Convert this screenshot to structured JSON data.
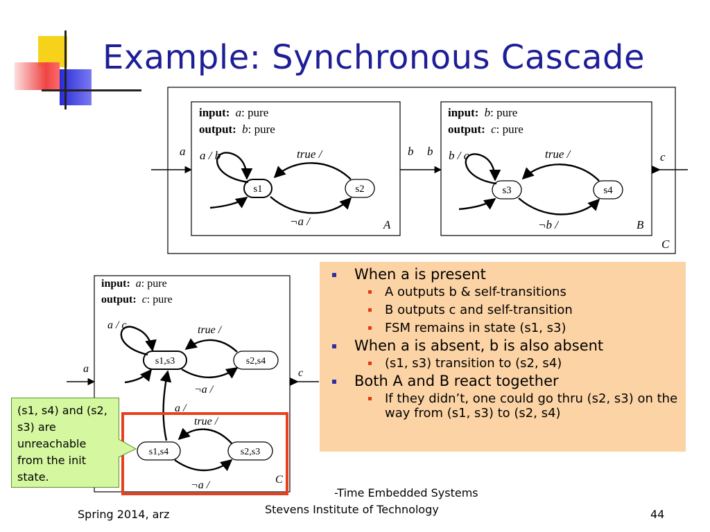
{
  "slide": {
    "title": "Example: Synchronous Cascade",
    "page_number": "44"
  },
  "diagram_top": {
    "machine_a": {
      "input_kw": "input:",
      "input_sig": "a",
      "input_type": ": pure",
      "output_kw": "output:",
      "output_sig": "b",
      "output_type": ": pure",
      "state1": "s1",
      "state2": "s2",
      "self_loop": "a / b",
      "top_arrow": "true /",
      "bottom_arrow": "¬a /",
      "name": "A",
      "port_in": "a",
      "port_out": "b"
    },
    "machine_b": {
      "input_kw": "input:",
      "input_sig": "b",
      "input_type": ": pure",
      "output_kw": "output:",
      "output_sig": "c",
      "output_type": ": pure",
      "state1": "s3",
      "state2": "s4",
      "self_loop": "b / c",
      "top_arrow": "true /",
      "bottom_arrow": "¬b /",
      "name": "B",
      "port_in": "b",
      "port_out": "c"
    },
    "composite_name": "C"
  },
  "diagram_bottom": {
    "input_kw": "input:",
    "input_sig": "a",
    "input_type": ": pure",
    "output_kw": "output:",
    "output_sig": "c",
    "output_type": ": pure",
    "states": [
      "s1,s3",
      "s2,s4",
      "s1,s4",
      "s2,s3"
    ],
    "self_loop": "a / c",
    "top_arrow": "true /",
    "mid_arrow": "¬a /",
    "vertical_arrow": "a /",
    "unreach_top": "true /",
    "unreach_bottom": "¬a /",
    "port_in": "a",
    "port_out": "c",
    "name": "C",
    "highlight_color": "#e8401c"
  },
  "bullets": {
    "p1": "When a is present",
    "p1_1": "A outputs b & self-transitions",
    "p1_2": "B outputs c and self-transition",
    "p1_3": "FSM remains in state (s1, s3)",
    "p2": "When a is absent, b is also absent",
    "p2_1": "(s1, s3) transition to (s2, s4)",
    "p3": "Both A and B react together",
    "p3_1": "If they didn’t, one could go thru (s2, s3) on the way from (s1, s3) to (s2, s4)"
  },
  "callout": {
    "text": "(s1, s4) and (s2, s3) are unreachable from the init state."
  },
  "footer": {
    "left": "Spring 2014, arz",
    "center_line1": "-Time Embedded Systems",
    "center_line2": "Stevens Institute of Technology"
  },
  "colors": {
    "title": "#1e1e96",
    "bullet_box": "#fcd3a4",
    "callout_bg": "#d5f7a0",
    "logo_yellow": "#f7d21a",
    "logo_red": "#ef4444",
    "logo_blue": "#2a2ad6"
  }
}
